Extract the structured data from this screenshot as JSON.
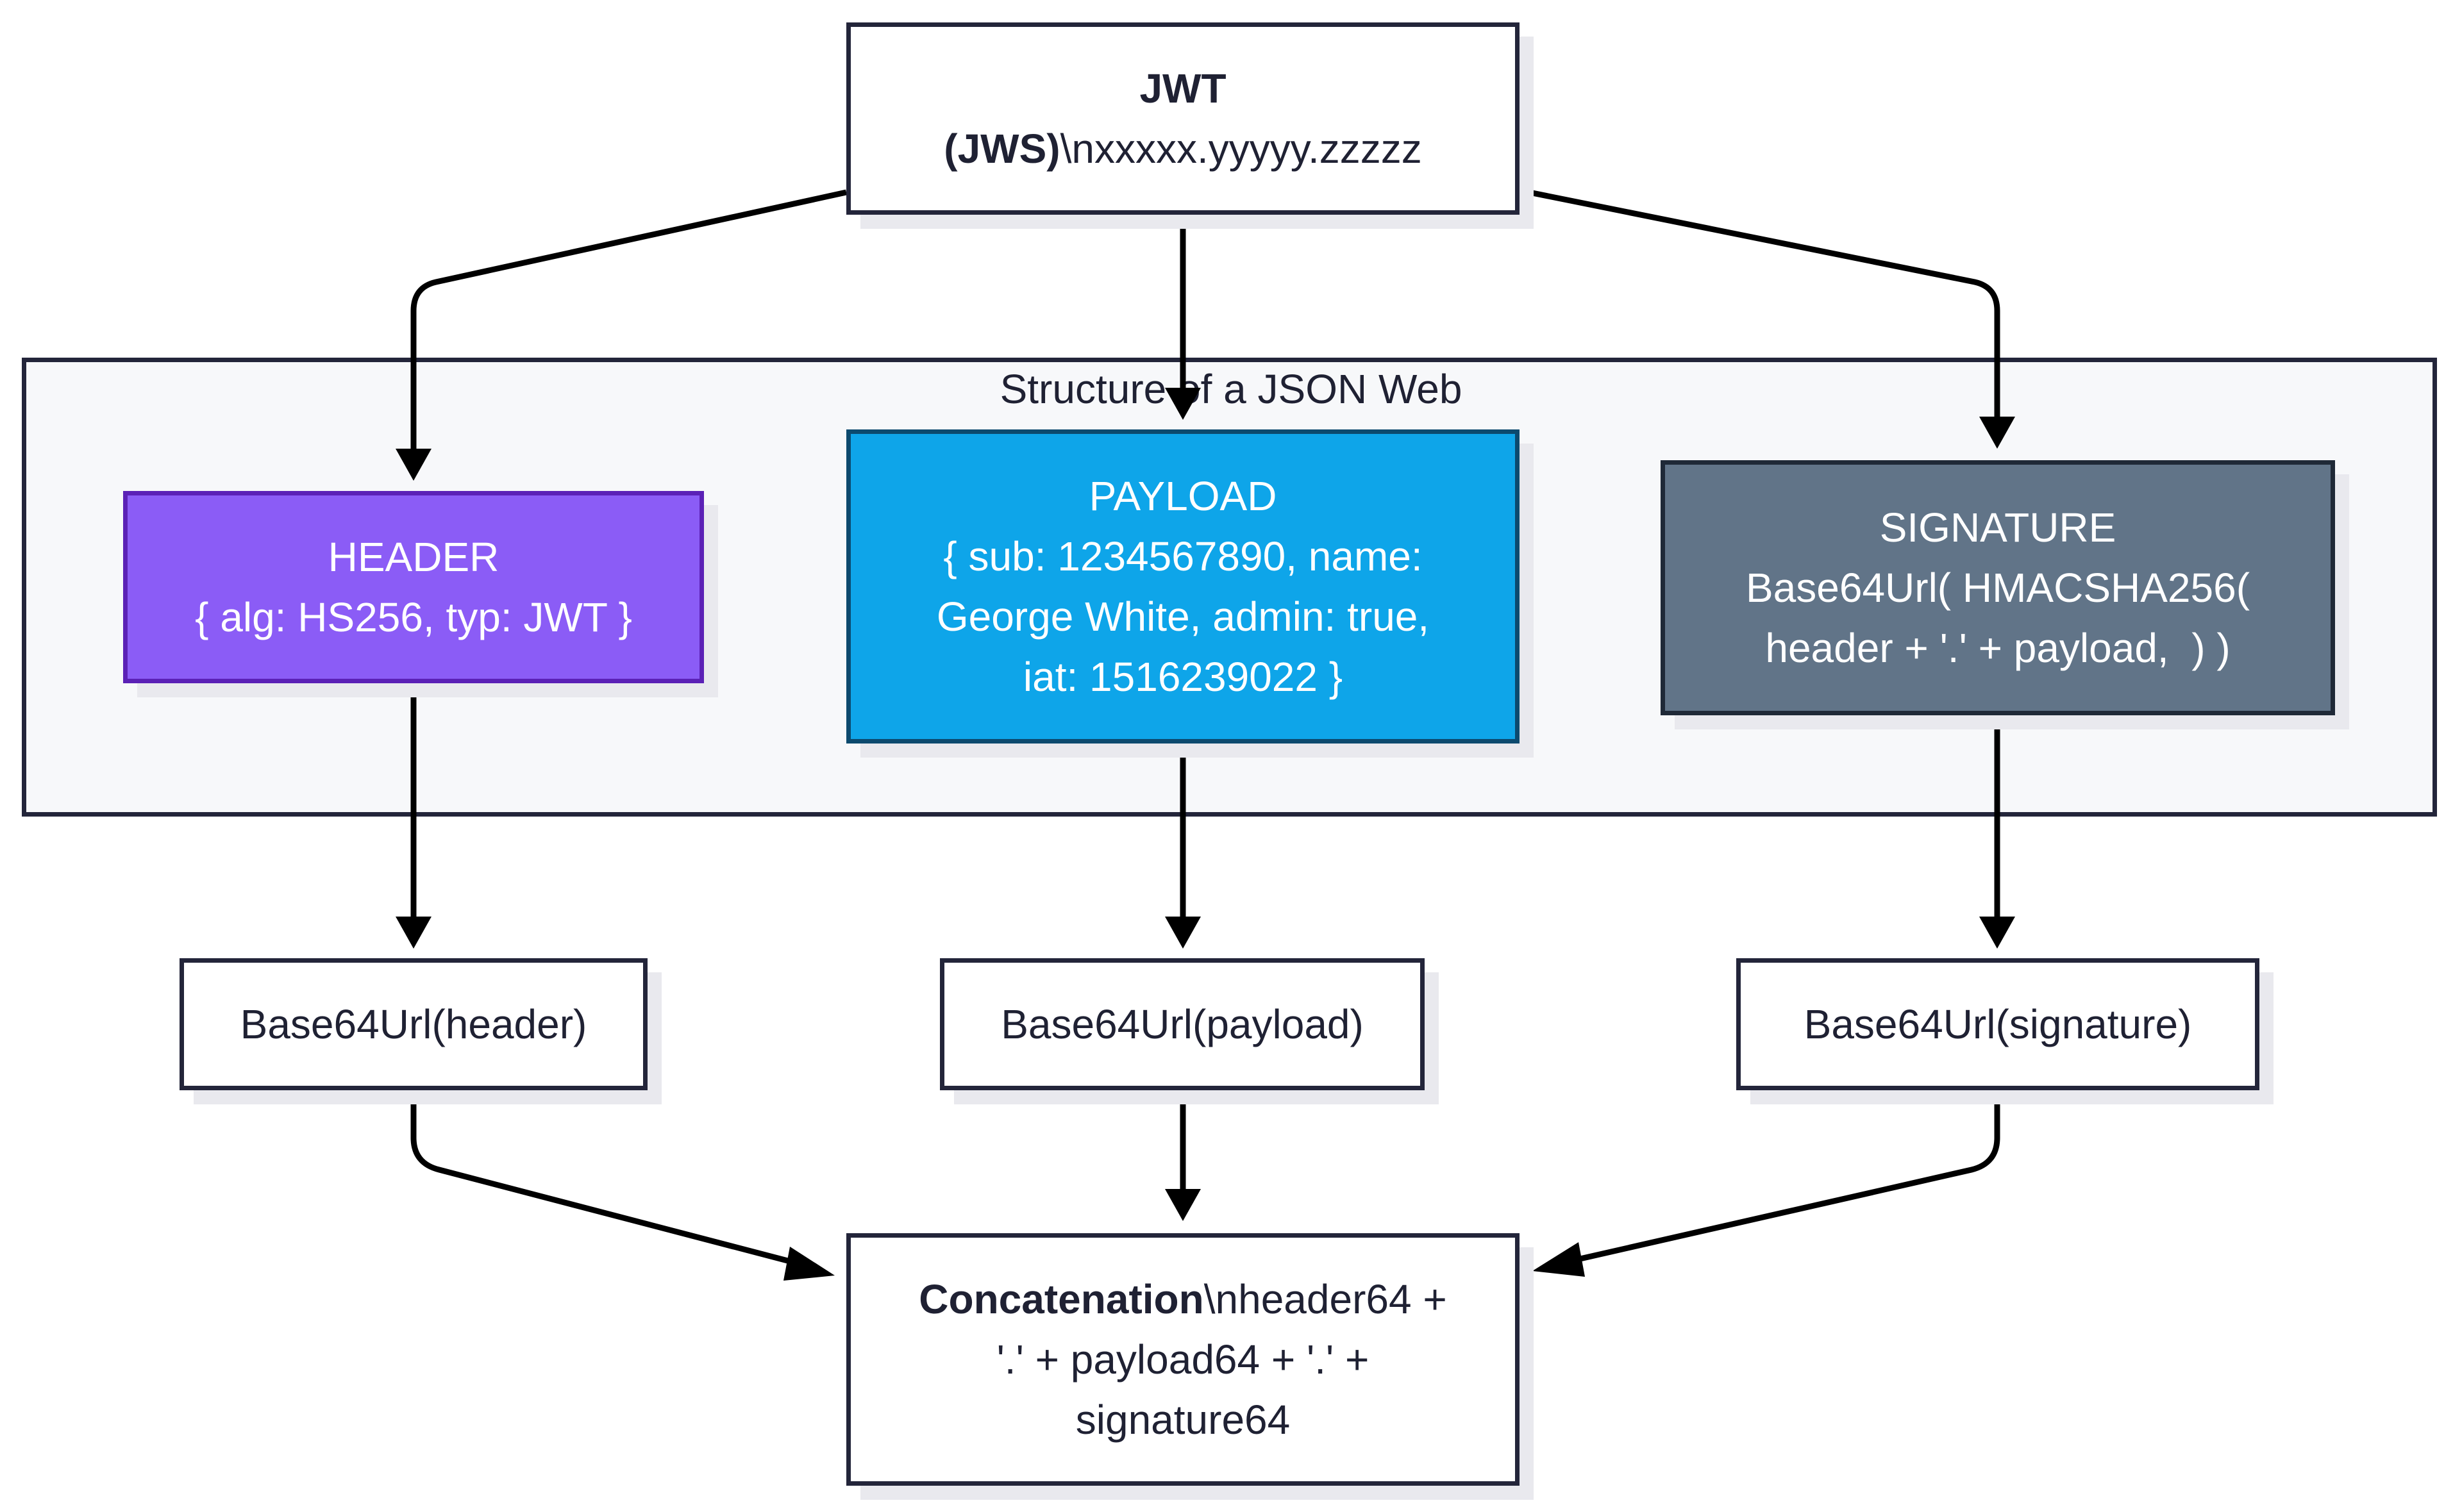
{
  "group": {
    "title": "Structure of a JSON Web"
  },
  "jwt": {
    "title": "JWT",
    "sub_bold": "(JWS)",
    "sub_rest": "\\nxxxxx.yyyyy.zzzzz"
  },
  "header": {
    "line1": "HEADER",
    "line2": "{ alg: HS256, typ: JWT }"
  },
  "payload": {
    "line1": "PAYLOAD",
    "line2": "{ sub: 1234567890, name:",
    "line3": "George White, admin: true,",
    "line4": "iat: 1516239022 }"
  },
  "signature": {
    "line1": "SIGNATURE",
    "line2": "Base64Url( HMACSHA256(",
    "line3": "header + '.' + payload,  ) )"
  },
  "b64_header": {
    "label": "Base64Url(header)"
  },
  "b64_payload": {
    "label": "Base64Url(payload)"
  },
  "b64_signature": {
    "label": "Base64Url(signature)"
  },
  "concat": {
    "bold": "Concatenation",
    "line1_rest": "\\nheader64 +",
    "line2": "'.' + payload64 + '.' +",
    "line3": "signature64"
  },
  "colors": {
    "header_fill": "#8b5cf6",
    "payload_fill": "#0ea5e9",
    "signature_fill": "#617488",
    "group_fill": "#f7f8fa",
    "edge": "#000000"
  }
}
